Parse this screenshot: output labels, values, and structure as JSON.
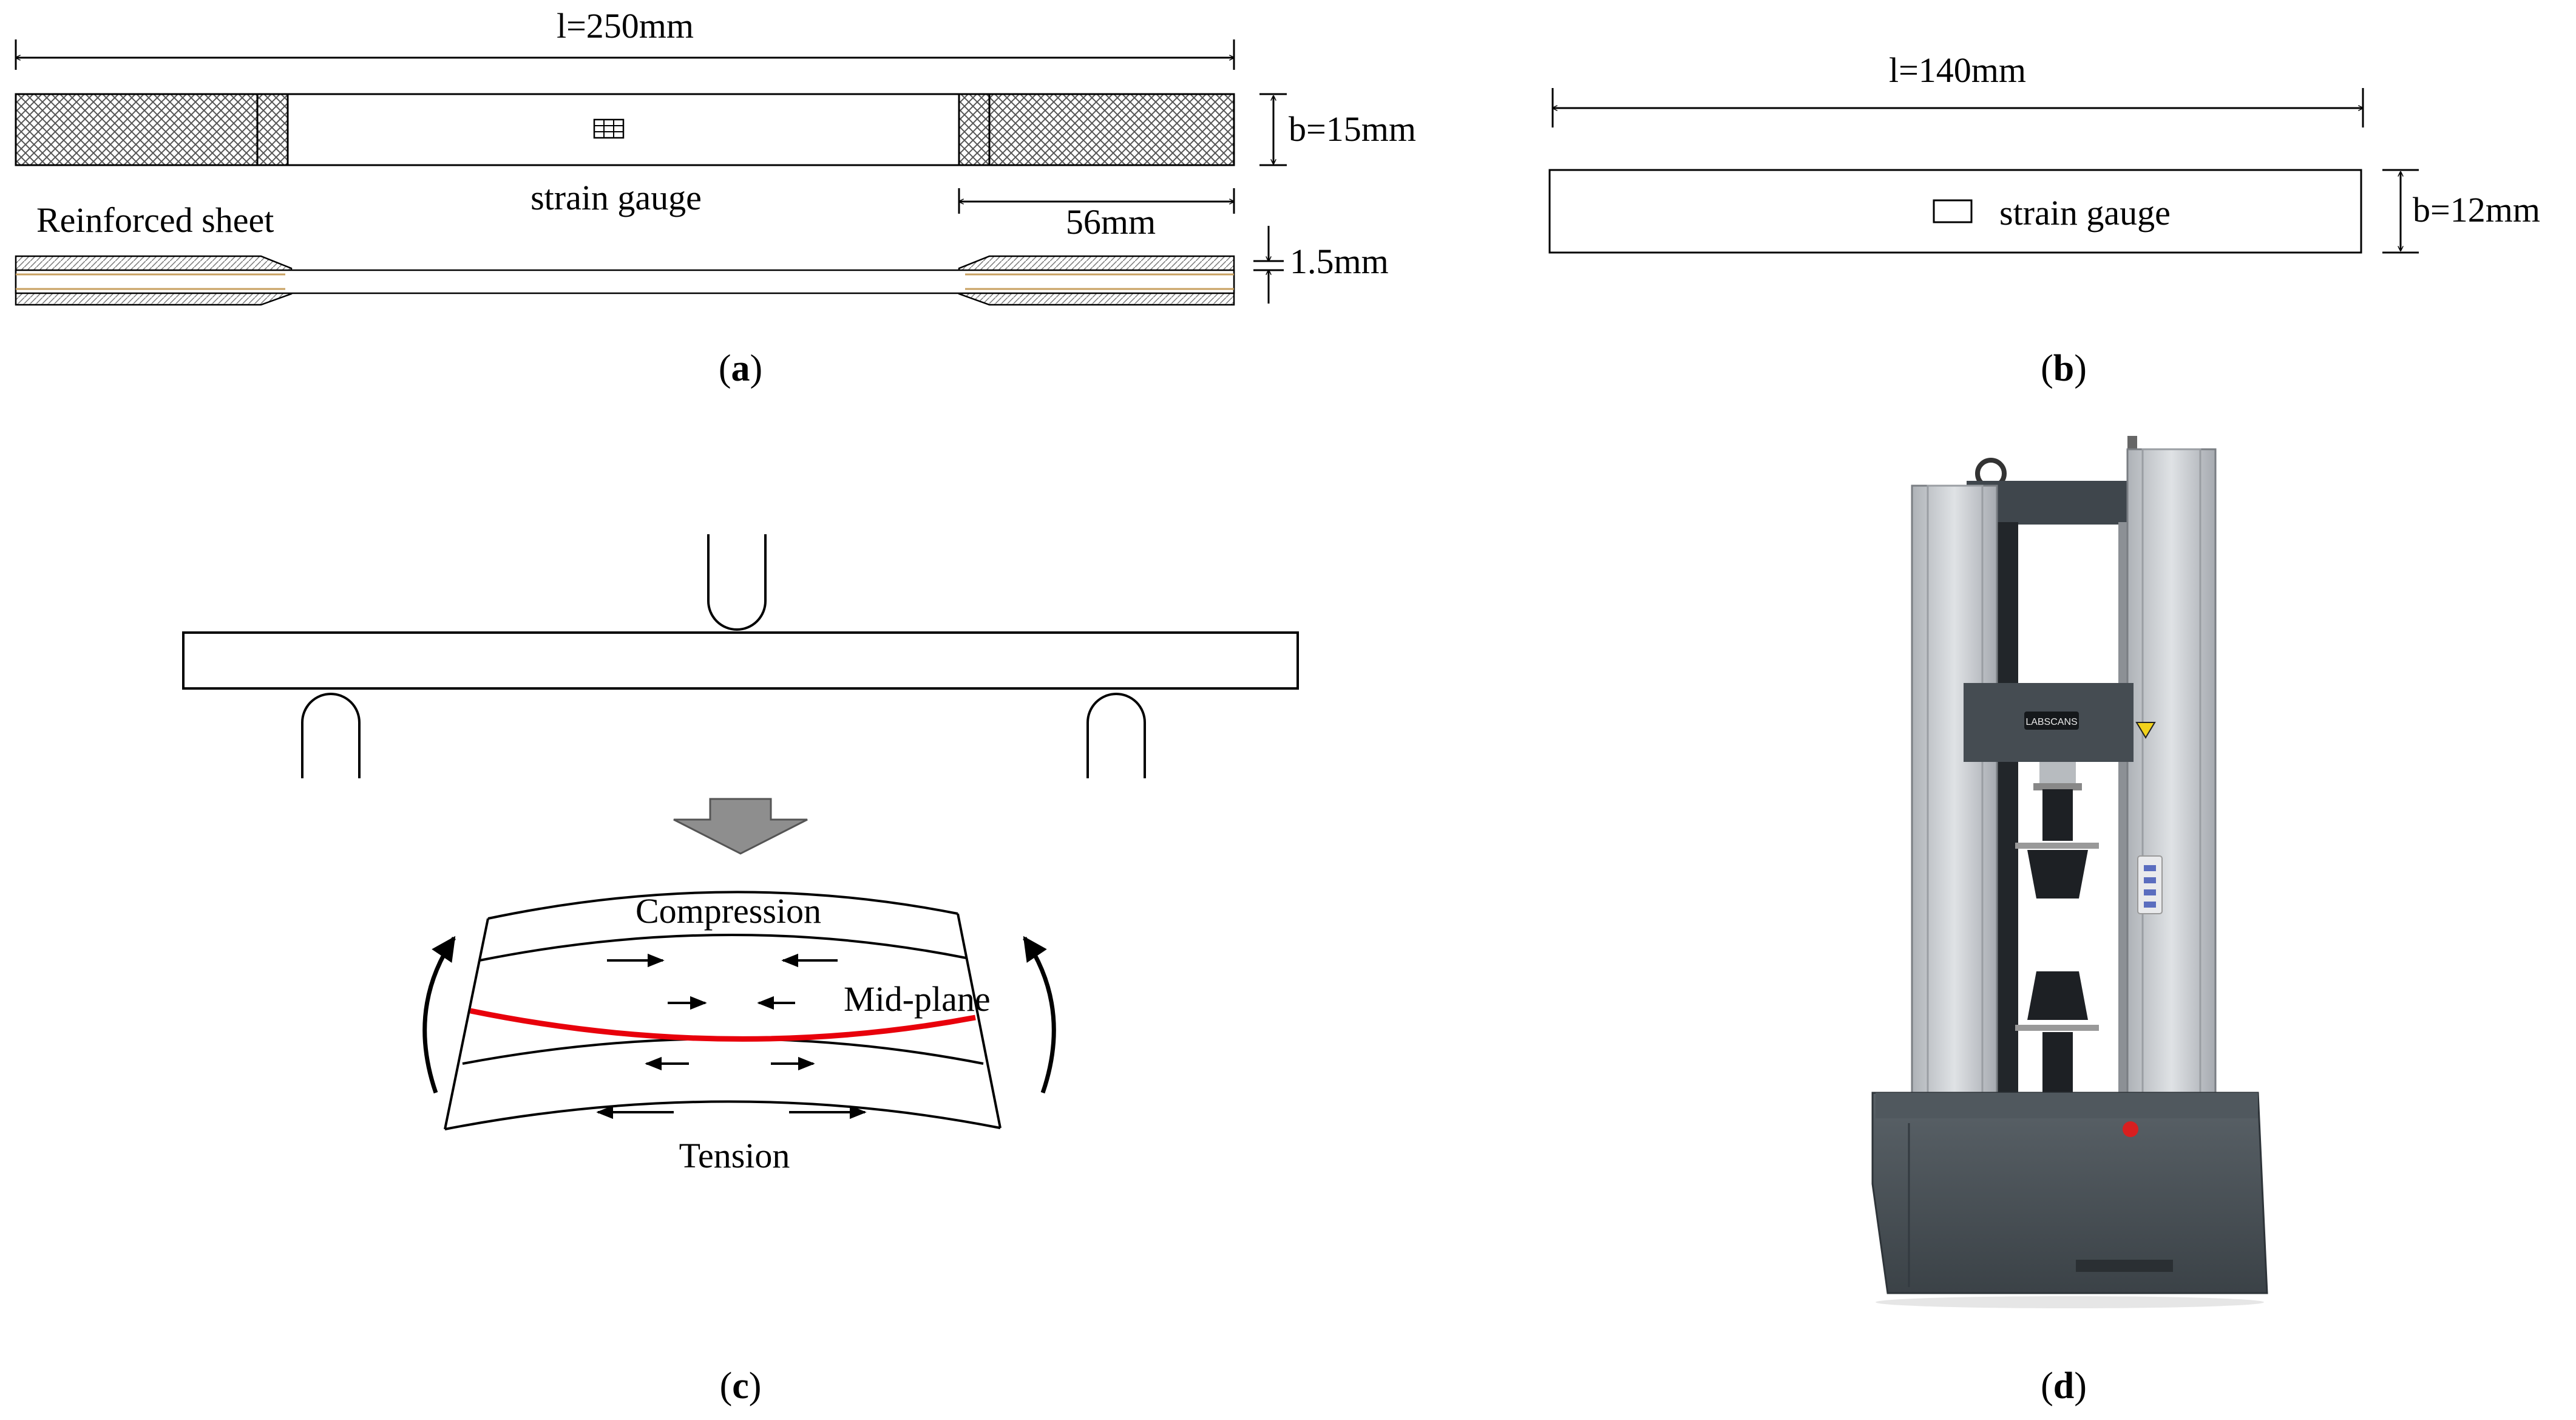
{
  "panel_a": {
    "length_label": "l=250mm",
    "width_label": "b=15mm",
    "tab_length_label": "56mm",
    "thickness_label": "1.5mm",
    "reinforced_label": "Reinforced sheet",
    "gauge_label": "strain gauge",
    "caption_open": "(",
    "caption_letter": "a",
    "caption_close": ")"
  },
  "panel_b": {
    "length_label": "l=140mm",
    "width_label": "b=12mm",
    "gauge_label": "strain gauge",
    "caption_open": "(",
    "caption_letter": "b",
    "caption_close": ")"
  },
  "panel_c": {
    "compression_label": "Compression",
    "midplane_label": "Mid-plane",
    "tension_label": "Tension",
    "caption_open": "(",
    "caption_letter": "c",
    "caption_close": ")"
  },
  "panel_d": {
    "machine_logo_text": "LABSCANS",
    "caption_open": "(",
    "caption_letter": "d",
    "caption_close": ")"
  },
  "colors": {
    "midplane": "#e8000b",
    "machine_column": "#c9ccd0",
    "machine_body": "#4a5258",
    "machine_dark": "#1d2024",
    "arrow_fill": "#8e8e8e"
  }
}
